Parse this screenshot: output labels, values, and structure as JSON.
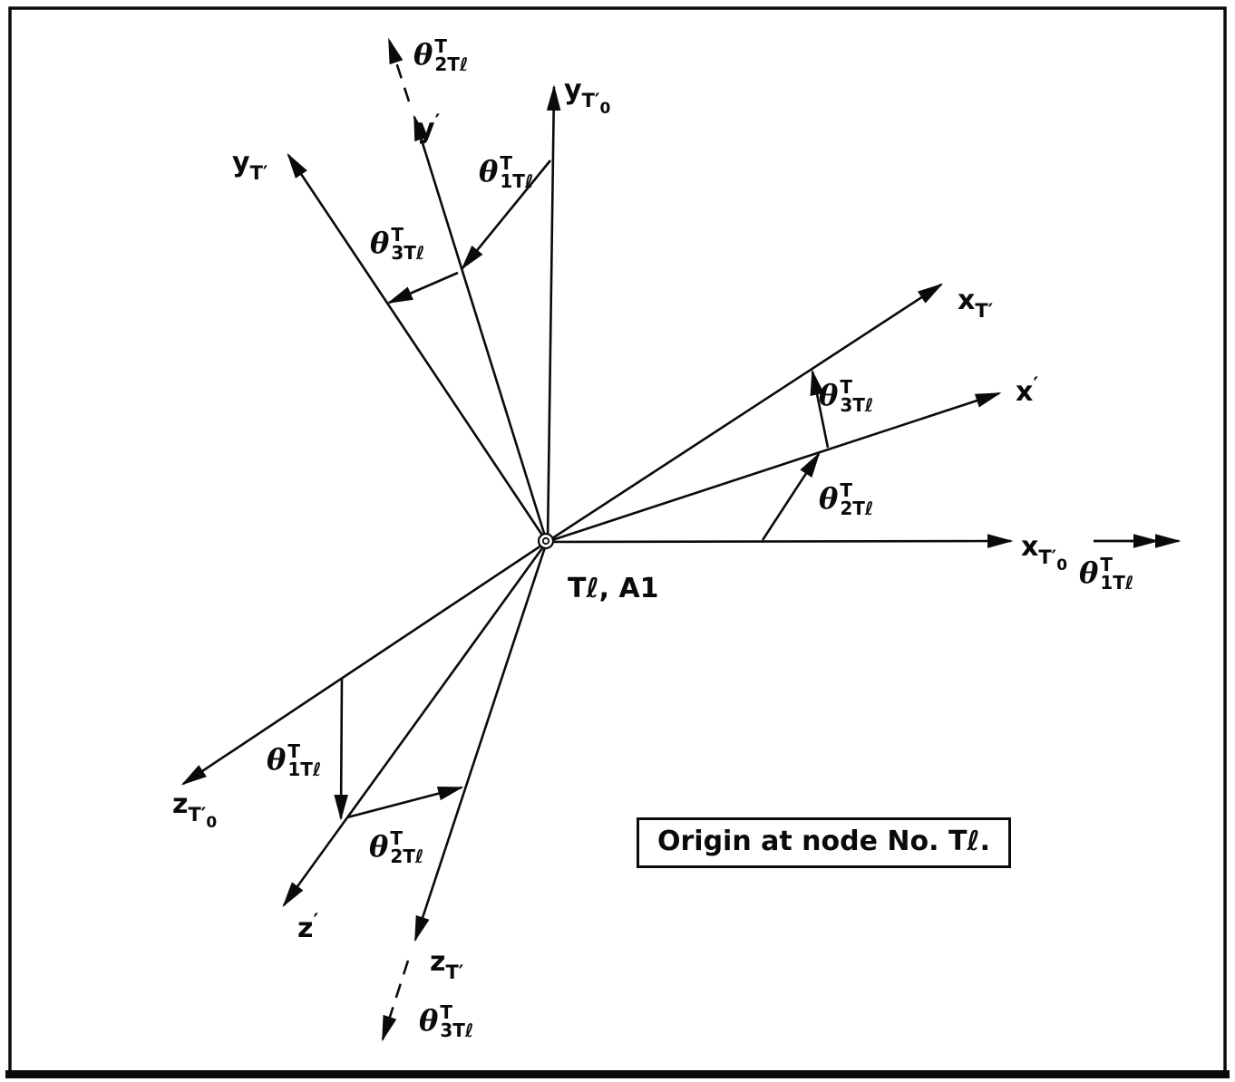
{
  "diagram": {
    "caption": "Origin at node No. Tℓ.",
    "origin_label": "Tℓ, A1"
  },
  "axes": {
    "y_T0": {
      "base": "y",
      "sub": "T′",
      "subsub": "0"
    },
    "y_prime": {
      "base": "y",
      "prime": "′"
    },
    "y_T": {
      "base": "y",
      "sub": "T′"
    },
    "x_T": {
      "base": "x",
      "sub": "T′"
    },
    "x_prime": {
      "base": "x",
      "prime": "′"
    },
    "x_T0": {
      "base": "x",
      "sub": "T′",
      "subsub": "0"
    },
    "z_T0": {
      "base": "z",
      "sub": "T′",
      "subsub": "0"
    },
    "z_prime": {
      "base": "z",
      "prime": "′"
    },
    "z_T": {
      "base": "z",
      "sub": "T′"
    }
  },
  "angles": {
    "theta": "θ",
    "sup": "T",
    "sub1": "1Tℓ",
    "sub2": "2Tℓ",
    "sub3": "3Tℓ"
  }
}
